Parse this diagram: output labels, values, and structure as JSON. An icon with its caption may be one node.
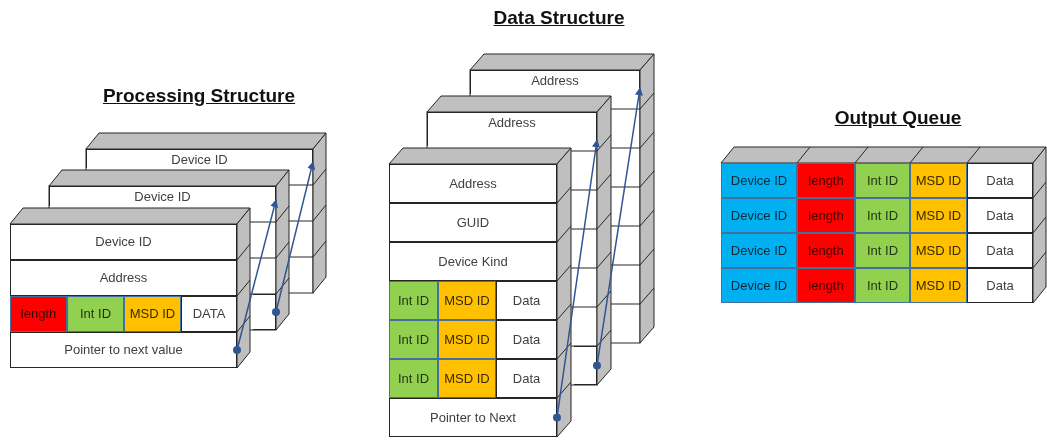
{
  "diagram": {
    "nodes": [
      {
        "text": [
          "Device ID"
        ]
      },
      {
        "text": [
          "Device ID"
        ]
      },
      {
        "text": [],
        "shape": "box"
      },
      {
        "text": [],
        "shape": "box"
      },
      {
        "text": [
          "Device ID"
        ],
        "in": 3
      },
      {
        "text": [
          "Address"
        ],
        "in": 3
      },
      {
        "text": [
          "length"
        ],
        "in": 3
      },
      {
        "text": [
          "Int ID"
        ],
        "in": 3
      },
      {
        "text": [
          "MSD ID"
        ],
        "in": 3
      },
      {
        "text": [
          "DATA"
        ],
        "in": 3
      },
      {
        "text": [
          "Pointer to next value"
        ],
        "in": 3
      },
      {
        "text": [
          "Address"
        ]
      },
      {
        "text": [
          "Address"
        ]
      },
      {
        "text": [],
        "shape": "box"
      },
      {
        "text": [],
        "shape": "box"
      },
      {
        "text": [
          "Address"
        ],
        "in": 14
      },
      {
        "text": [
          "GUID"
        ],
        "in": 14
      },
      {
        "text": [
          "Device Kind"
        ],
        "in": 14
      },
      {
        "text": [
          "Int ID"
        ],
        "in": 14
      },
      {
        "text": [
          "MSD ID"
        ],
        "in": 14
      },
      {
        "text": [
          "Data"
        ],
        "in": 14
      },
      {
        "text": [
          "Int ID"
        ],
        "in": 14
      },
      {
        "text": [
          "MSD ID"
        ],
        "in": 14
      },
      {
        "text": [
          "Data"
        ],
        "in": 14
      },
      {
        "text": [
          "Int ID"
        ],
        "in": 14
      },
      {
        "text": [
          "MSD ID"
        ],
        "in": 14
      },
      {
        "text": [
          "Data"
        ],
        "in": 14
      },
      {
        "text": [
          "Pointer to Next"
        ],
        "in": 14
      },
      {
        "text": [],
        "shape": "box"
      },
      {
        "text": [
          "Device ID"
        ],
        "in": 28
      },
      {
        "text": [
          "length"
        ],
        "in": 28
      },
      {
        "text": [
          "Int ID"
        ],
        "in": 28
      },
      {
        "text": [
          "MSD ID"
        ],
        "in": 28
      },
      {
        "text": [
          "Data"
        ],
        "in": 28
      },
      {
        "text": [
          "Device ID"
        ],
        "in": 28
      },
      {
        "text": [
          "length"
        ],
        "in": 28
      },
      {
        "text": [
          "Int ID"
        ],
        "in": 28
      },
      {
        "text": [
          "MSD ID"
        ],
        "in": 28
      },
      {
        "text": [
          "Data"
        ],
        "in": 28
      },
      {
        "text": [
          "Device ID"
        ],
        "in": 28
      },
      {
        "text": [
          "length"
        ],
        "in": 28
      },
      {
        "text": [
          "Int ID"
        ],
        "in": 28
      },
      {
        "text": [
          "MSD ID"
        ],
        "in": 28
      },
      {
        "text": [
          "Data"
        ],
        "in": 28
      },
      {
        "text": [
          "Device ID"
        ],
        "in": 28
      },
      {
        "text": [
          "length"
        ],
        "in": 28
      },
      {
        "text": [
          "Int ID"
        ],
        "in": 28
      },
      {
        "text": [
          "MSD ID"
        ],
        "in": 28
      },
      {
        "text": [
          "Data"
        ],
        "in": 28
      }
    ],
    "edges": [
      {
        "from": 10,
        "to": 1,
        "arrow": "to"
      },
      {
        "from": 2,
        "to": 0,
        "arrow": "to"
      },
      {
        "from": 27,
        "to": 12,
        "arrow": "to"
      },
      {
        "from": 13,
        "to": 11,
        "arrow": "to"
      }
    ],
    "labels": [
      "Data Structure",
      "Processing Structure",
      "Output Queue"
    ]
  }
}
